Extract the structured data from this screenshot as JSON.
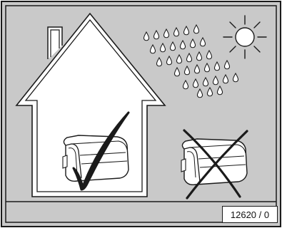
{
  "figure": {
    "reference_code": "12620 / 0",
    "colors": {
      "background": "#c9c9c9",
      "house_fill": "#ffffff",
      "outline": "#1a1a1a",
      "frame": "#1a1a1a"
    },
    "icons": {
      "house": "house-icon",
      "sun": "sun-icon",
      "rain": "rain-drops-icon",
      "object_inside": "battery-icon",
      "object_outside": "battery-icon",
      "approved_mark": "checkmark-icon",
      "rejected_mark": "cross-icon"
    },
    "meaning": {
      "inside_house": "approved",
      "outside_weather": "rejected"
    }
  }
}
